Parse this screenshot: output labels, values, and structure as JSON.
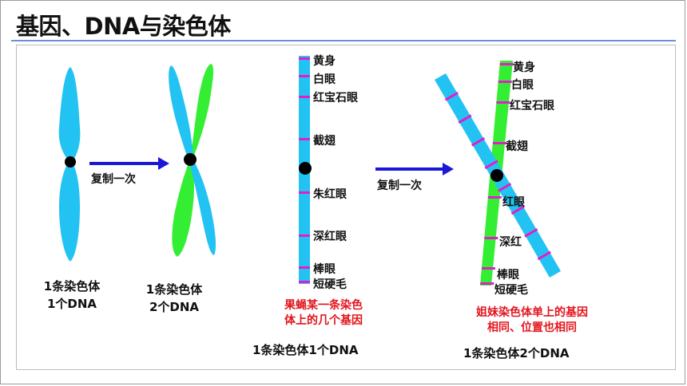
{
  "title": "基因、DNA与染色体",
  "copy_label": "复制一次",
  "left_labels": {
    "single_count": "1条染色体",
    "single_dna": "1个DNA",
    "double_count": "1条染色体",
    "double_dna": "2个DNA"
  },
  "genes": [
    "黄身",
    "白眼",
    "红宝石眼",
    "截翅",
    "朱红眼",
    "深红眼",
    "棒眼",
    "短硬毛"
  ],
  "genes_right": [
    "黄身",
    "白眼",
    "红宝石眼",
    "截翅",
    "红眼",
    "深红",
    "棒眼",
    "短硬毛"
  ],
  "middle_note": [
    "果蝇某一条染色",
    "体上的几个基因"
  ],
  "middle_caption": "1条染色体1个DNA",
  "right_note": [
    "姐妹染色体单上的基因",
    "相同、位置也相同"
  ],
  "right_caption": "1条染色体2个DNA",
  "colors": {
    "cyan": "#22c3f2",
    "green": "#33ee33",
    "band": "#e21ec8",
    "arrow": "#1a17d8",
    "note_red": "#e3141c",
    "title_line": "#6d8fd8"
  }
}
